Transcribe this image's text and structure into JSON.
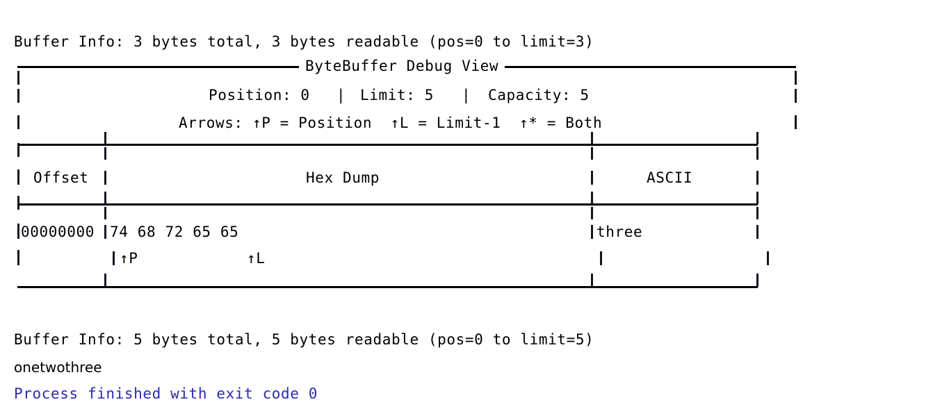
{
  "console": {
    "buffer_info_top": "Buffer Info: 3 bytes total, 3 bytes readable (pos=0 to limit=3)",
    "buffer_info_bottom": "Buffer Info: 5 bytes total, 5 bytes readable (pos=0 to limit=5)",
    "program_output": "onetwothree",
    "exit_message": "Process finished with exit code 0",
    "exit_color": "#2a2ab2"
  },
  "debug_view": {
    "title": "ByteBuffer Debug View",
    "stats": {
      "position_label": "Position: 0",
      "limit_label": "Limit: 5",
      "capacity_label": "Capacity: 5",
      "separator": "|"
    },
    "arrows_legend": "Arrows: ↑P = Position  ↑L = Limit-1  ↑* = Both",
    "table": {
      "headers": [
        "Offset",
        "Hex Dump",
        "ASCII"
      ],
      "rows": [
        {
          "offset": "00000000",
          "hex": "74 68 72 65 65",
          "ascii": "three",
          "markers": [
            {
              "glyph": "↑P"
            },
            {
              "glyph": "↑L"
            }
          ]
        }
      ]
    },
    "pipe_glyph": "|"
  }
}
